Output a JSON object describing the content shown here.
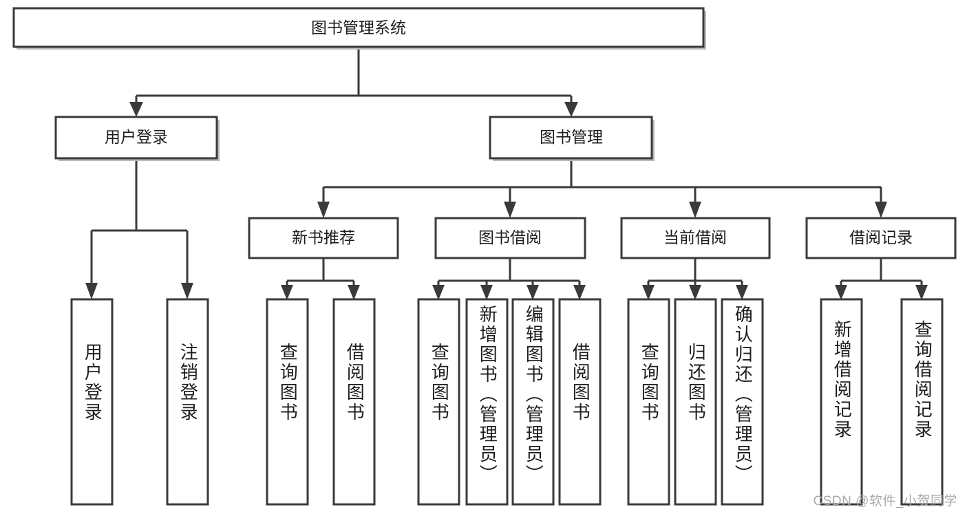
{
  "diagram": {
    "title": "图书管理系统",
    "type": "hierarchy-tree",
    "root": {
      "label": "图书管理系统"
    },
    "level2": [
      {
        "label": "用户登录"
      },
      {
        "label": "图书管理"
      }
    ],
    "level3": [
      {
        "label": "新书推荐",
        "parent": "图书管理"
      },
      {
        "label": "图书借阅",
        "parent": "图书管理"
      },
      {
        "label": "当前借阅",
        "parent": "图书管理"
      },
      {
        "label": "借阅记录",
        "parent": "图书管理"
      }
    ],
    "leaves": {
      "用户登录": [
        "用户登录",
        "注销登录"
      ],
      "新书推荐": [
        "查询图书",
        "借阅图书"
      ],
      "图书借阅": [
        "查询图书",
        "新增图书（管理员）",
        "编辑图书（管理员）",
        "借阅图书"
      ],
      "当前借阅": [
        "查询图书",
        "归还图书",
        "确认归还（管理员）"
      ],
      "借阅记录": [
        "新增借阅记录",
        "查询借阅记录"
      ]
    }
  },
  "watermark": {
    "text": "CSDN @软件_小贺同学"
  },
  "colors": {
    "box_stroke": "#3a3a3a",
    "box_fill": "#ffffff",
    "text": "#1d1d1d",
    "shadow": "#b9b9b9",
    "watermark": "#a9a9a9",
    "background": "#ffffff"
  }
}
